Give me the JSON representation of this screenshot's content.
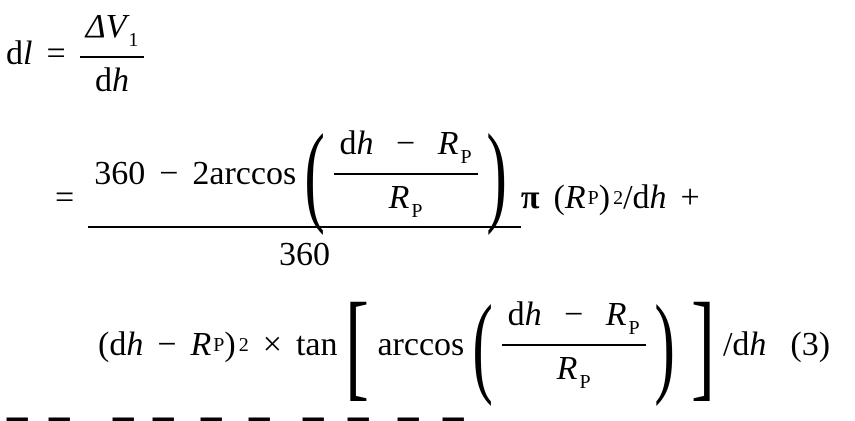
{
  "equation": {
    "lhs": {
      "d": "d",
      "l": "l"
    },
    "eq": "=",
    "line1": {
      "num_delta": "ΔV",
      "num_sub": "1",
      "den_d": "d",
      "den_h": "h"
    },
    "line2": {
      "num_360": "360",
      "minus": "−",
      "two_arccos": "2arccos",
      "inner_num": {
        "d": "d",
        "h": "h",
        "minus": "−",
        "R": "R",
        "sub": "P"
      },
      "inner_den": {
        "R": "R",
        "sub": "P"
      },
      "den_360": "360",
      "pi": "π",
      "paren_open": "(",
      "R": "R",
      "R_sub": "P",
      "paren_close": ")",
      "sq": "2",
      "slash_dh": "/d",
      "h": "h",
      "plus": "+"
    },
    "line3": {
      "open": "(",
      "d": "d",
      "h": "h",
      "minus": "−",
      "R": "R",
      "sub": "P",
      "close": ")",
      "sq": "2",
      "times": "×",
      "tan": "tan",
      "arccos": "arccos",
      "inner_num": {
        "d": "d",
        "h": "h",
        "minus": "−",
        "R": "R",
        "sub": "P"
      },
      "inner_den": {
        "R": "R",
        "sub": "P"
      },
      "slash_dh": "/d",
      "h2": "h",
      "eqnum": "(3)"
    }
  }
}
